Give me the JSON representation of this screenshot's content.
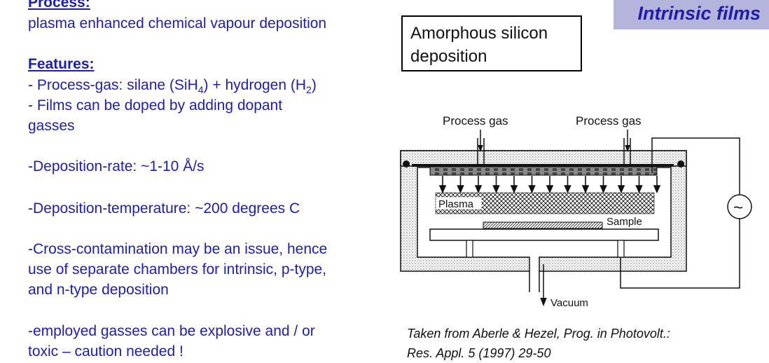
{
  "slide": {
    "title": "Intrinsic films",
    "process_heading": "Process:",
    "process_text": "plasma enhanced chemical vapour deposition",
    "features_heading": "Features:",
    "feature_gas_prefix": "- Process-gas: silane (SiH",
    "feature_gas_sub1": "4",
    "feature_gas_mid": ") + hydrogen (H",
    "feature_gas_sub2": "2",
    "feature_gas_suffix": ")",
    "feature_doping_line1": "- Films can be doped by adding dopant",
    "feature_doping_line2": "gasses",
    "deposition_rate": "-Deposition-rate: ~1-10 Å/s",
    "deposition_temperature": "-Deposition-temperature: ~200 degrees C",
    "cross_contamination_line1": "-Cross-contamination may be an issue, hence",
    "cross_contamination_line2": "use of separate chambers for intrinsic, p-type,",
    "cross_contamination_line3": "and n-type deposition",
    "explosive_line1": "-employed gasses can be explosive and / or",
    "explosive_line2": "toxic – caution needed !"
  },
  "amorphous_box": {
    "text": "Amorphous silicon\ndeposition"
  },
  "diagram": {
    "process_gas_left": "Process gas",
    "process_gas_right": "Process gas",
    "plasma_label": "Plasma",
    "sample_label": "Sample",
    "vacuum_label": "Vacuum",
    "ac_source_symbol": "~"
  },
  "citation": {
    "line1": "Taken from Aberle & Hezel, Prog. in Photovolt.:",
    "line2": "Res. Appl. 5 (1997) 29-50"
  }
}
